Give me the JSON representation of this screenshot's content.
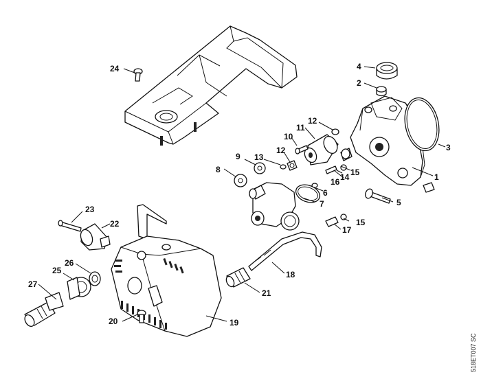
{
  "callouts": [
    "1",
    "2",
    "3",
    "4",
    "5",
    "6",
    "7",
    "8",
    "9",
    "10",
    "11",
    "12",
    "12",
    "13",
    "14",
    "15",
    "15",
    "16",
    "17",
    "18",
    "19",
    "20",
    "21",
    "22",
    "23",
    "24",
    "25",
    "26",
    "27"
  ],
  "drawing_code": "518ET007 SC"
}
